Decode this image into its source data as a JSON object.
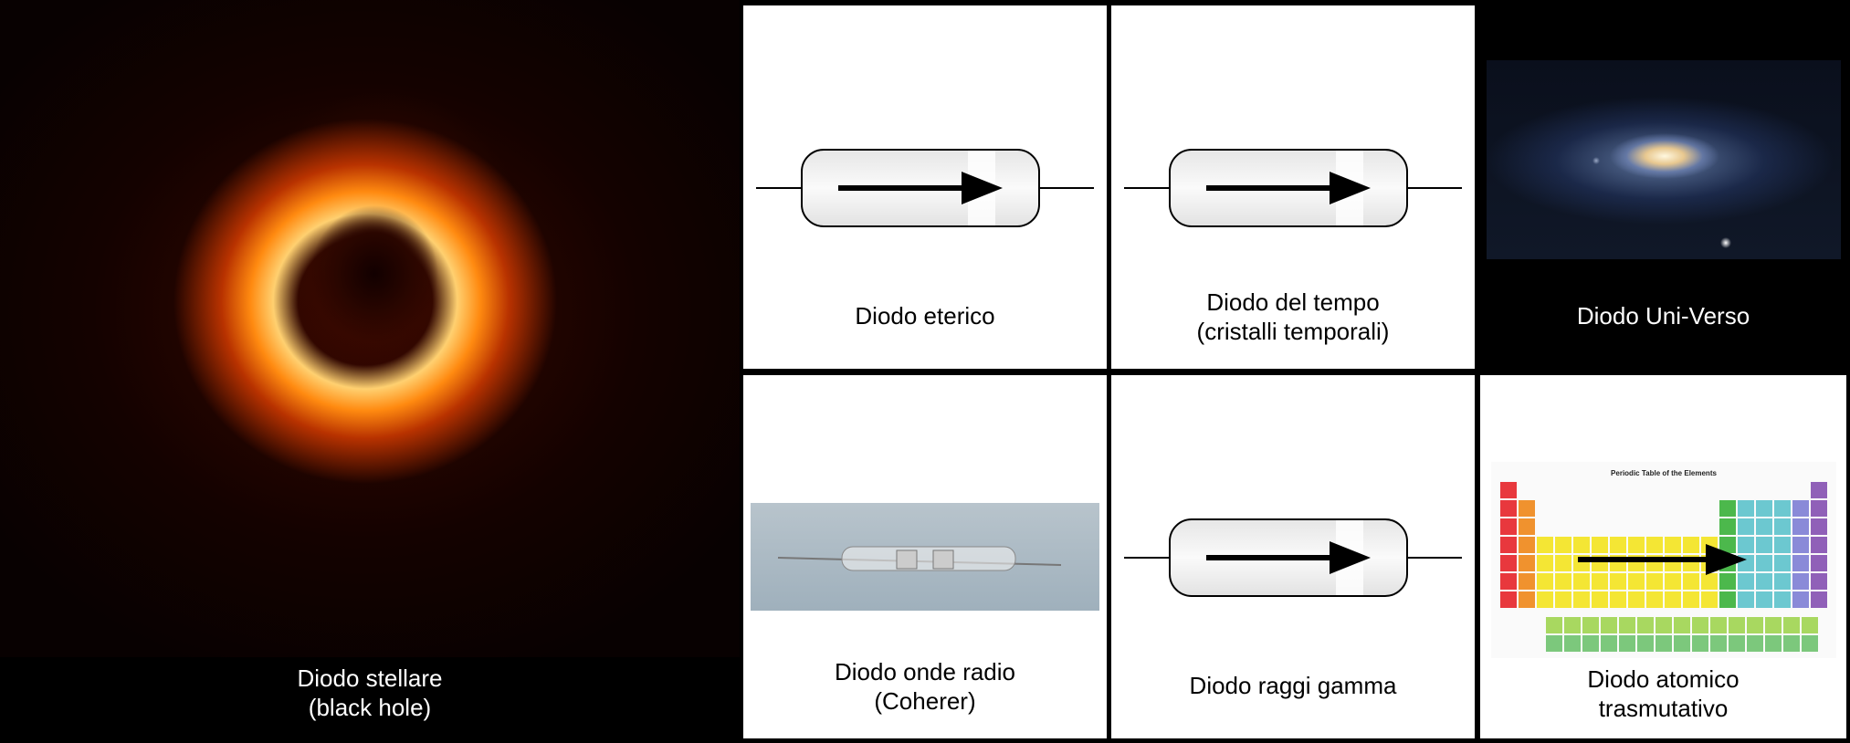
{
  "panels": [
    {
      "id": "stellare",
      "caption_lines": [
        "Diodo stellare",
        "(black hole)"
      ]
    },
    {
      "id": "eterico",
      "caption_lines": [
        "Diodo eterico"
      ]
    },
    {
      "id": "tempo",
      "caption_lines": [
        "Diodo del tempo",
        "(cristalli temporali)"
      ]
    },
    {
      "id": "universo",
      "caption_lines": [
        "Diodo Uni-Verso"
      ]
    },
    {
      "id": "onde-radio",
      "caption_lines": [
        "Diodo onde radio",
        "(Coherer)"
      ]
    },
    {
      "id": "gamma",
      "caption_lines": [
        "Diodo raggi gamma"
      ]
    },
    {
      "id": "atomico",
      "caption_lines": [
        "Diodo atomico",
        "trasmutativo"
      ]
    }
  ],
  "periodic_table_title": "Periodic Table of the Elements",
  "colors": {
    "background": "#000000",
    "cell": "#ffffff",
    "diode_body": "#f2f2f2"
  }
}
